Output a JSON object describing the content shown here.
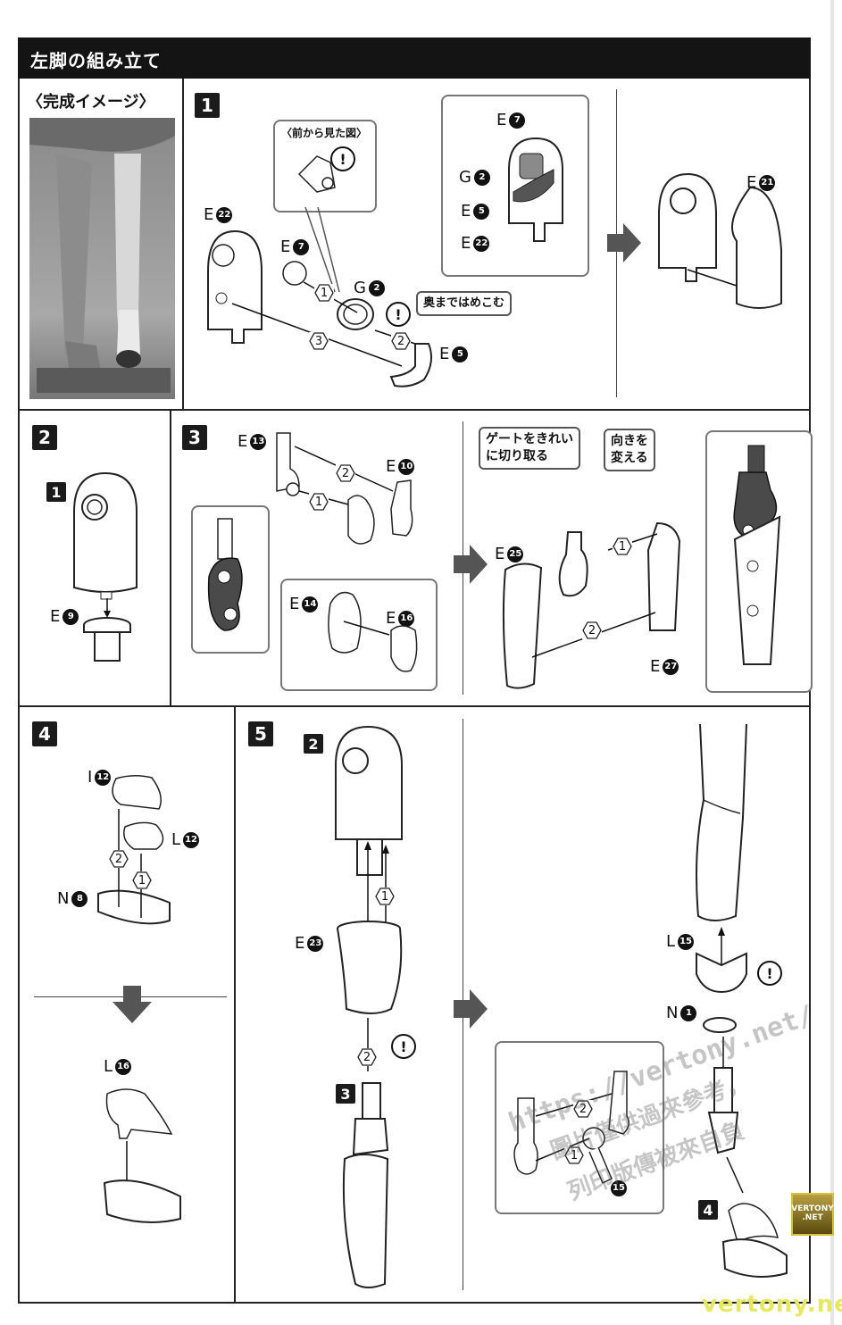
{
  "header": {
    "title": "左脚の組み立て"
  },
  "completed_image": {
    "label": "〈完成イメージ〉"
  },
  "steps": {
    "s1": {
      "number": "1",
      "callout_front_view": "〈前から見た図〉",
      "callout_push": "奥まではめこむ",
      "parts": {
        "e22": {
          "letter": "E",
          "num": "22"
        },
        "e7": {
          "letter": "E",
          "num": "7"
        },
        "g2": {
          "letter": "G",
          "num": "2"
        },
        "e5": {
          "letter": "E",
          "num": "5"
        }
      },
      "inset_parts": {
        "e7": {
          "letter": "E",
          "num": "7"
        },
        "g2": {
          "letter": "G",
          "num": "2"
        },
        "e5": {
          "letter": "E",
          "num": "5"
        },
        "e22": {
          "letter": "E",
          "num": "22"
        }
      },
      "orders": [
        "1",
        "2",
        "3"
      ],
      "next_part": {
        "letter": "E",
        "num": "21"
      }
    },
    "s2": {
      "number": "2",
      "ref_step": "1",
      "parts": {
        "e9": {
          "letter": "E",
          "num": "9"
        }
      }
    },
    "s3": {
      "number": "3",
      "parts": {
        "e13": {
          "letter": "E",
          "num": "13"
        },
        "e10": {
          "letter": "E",
          "num": "10"
        },
        "e14": {
          "letter": "E",
          "num": "14"
        },
        "e16": {
          "letter": "E",
          "num": "16"
        },
        "e25": {
          "letter": "E",
          "num": "25"
        },
        "e27": {
          "letter": "E",
          "num": "27"
        }
      },
      "orders": [
        "1",
        "2"
      ],
      "callout_gate": "ゲートをきれい\nに切り取る",
      "callout_gate_line1": "ゲートをきれい",
      "callout_gate_line2": "に切り取る",
      "callout_turn_line1": "向きを",
      "callout_turn_line2": "変える",
      "orders_right": [
        "1",
        "2"
      ]
    },
    "s4": {
      "number": "4",
      "parts": {
        "i12": {
          "letter": "I",
          "num": "12"
        },
        "l12": {
          "letter": "L",
          "num": "12"
        },
        "n8": {
          "letter": "N",
          "num": "8"
        },
        "l16": {
          "letter": "L",
          "num": "16"
        }
      },
      "orders": [
        "2",
        "1"
      ]
    },
    "s5": {
      "number": "5",
      "ref_top": "2",
      "ref_bottom": "3",
      "ref_shoe": "4",
      "parts": {
        "e23": {
          "letter": "E",
          "num": "23"
        },
        "l15": {
          "letter": "L",
          "num": "15"
        },
        "n1": {
          "letter": "N",
          "num": "1"
        },
        "inset_15": {
          "num": "15"
        }
      },
      "orders": [
        "1",
        "2"
      ],
      "inset_orders": [
        "2",
        "1"
      ]
    }
  },
  "warning_symbol": "!",
  "watermark": {
    "line1": "https://vertony.net/",
    "line2": "圖片僅供過來參考，",
    "line3": "列印版傳被來自負",
    "logo_line1": "VERTONY",
    "logo_line2": ".NET",
    "footer": "vertony.net"
  }
}
